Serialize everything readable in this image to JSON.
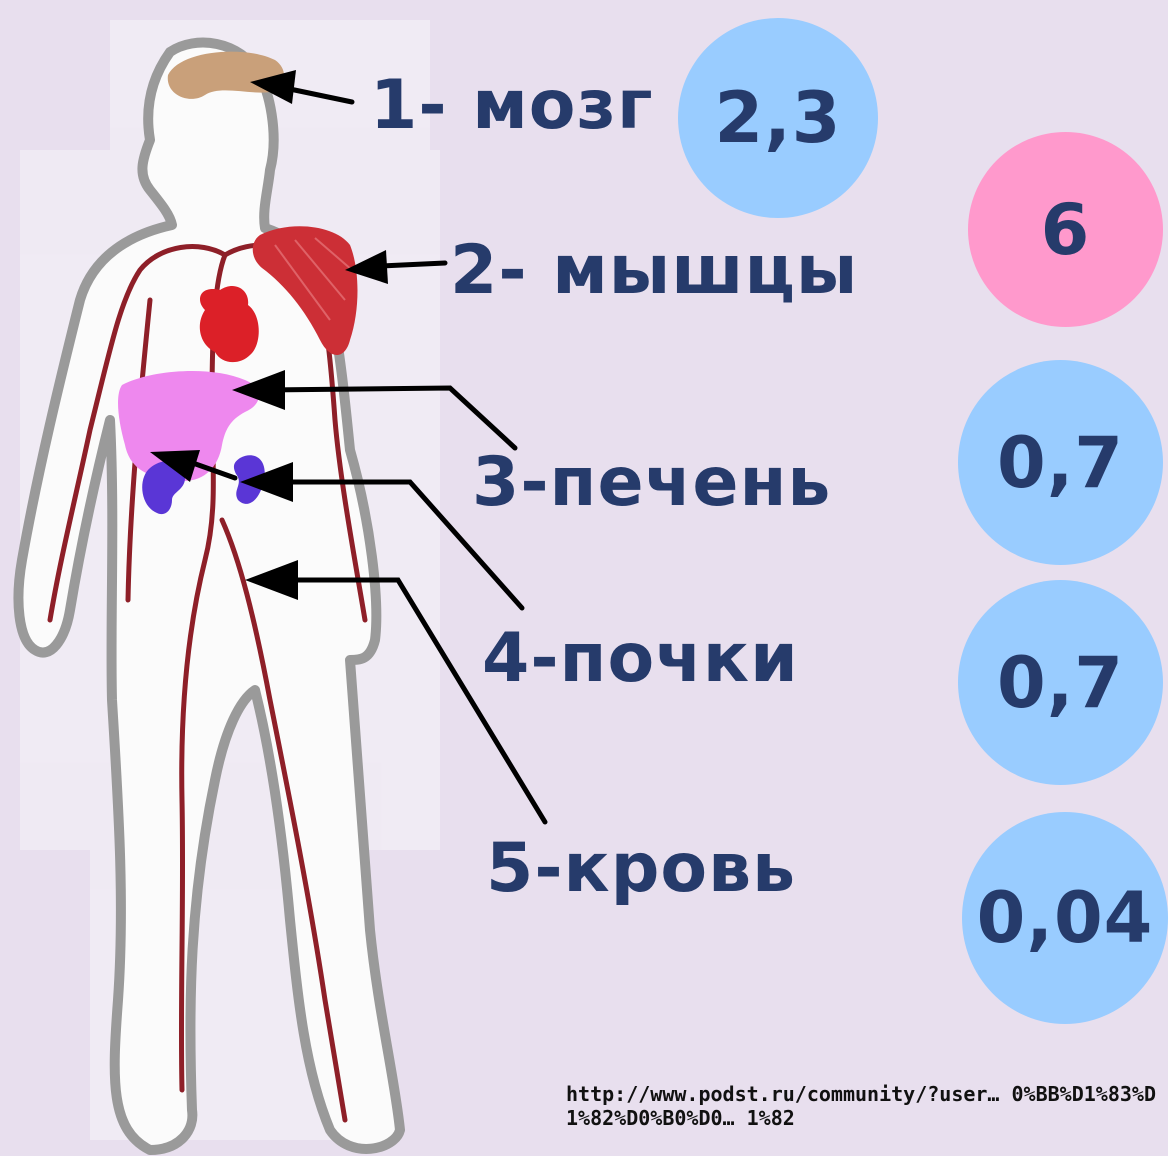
{
  "labels": {
    "brain": "1- мозг",
    "muscles": "2- мышцы",
    "liver": "3-печень",
    "kidneys": "4-почки",
    "blood": "5-кровь"
  },
  "values": {
    "brain": "2,3",
    "muscles": "6",
    "liver": "0,7",
    "kidneys": "0,7",
    "blood": "0,04"
  },
  "colors": {
    "text": "#263b6b",
    "circle_blue": "#99ccff",
    "circle_pink": "#ff99cc",
    "background": "#e8dfee"
  },
  "source_url": "http://www.podst.ru/community/?user… 0%BB%D1%83%D1%82%D0%B0%D0… 1%82"
}
